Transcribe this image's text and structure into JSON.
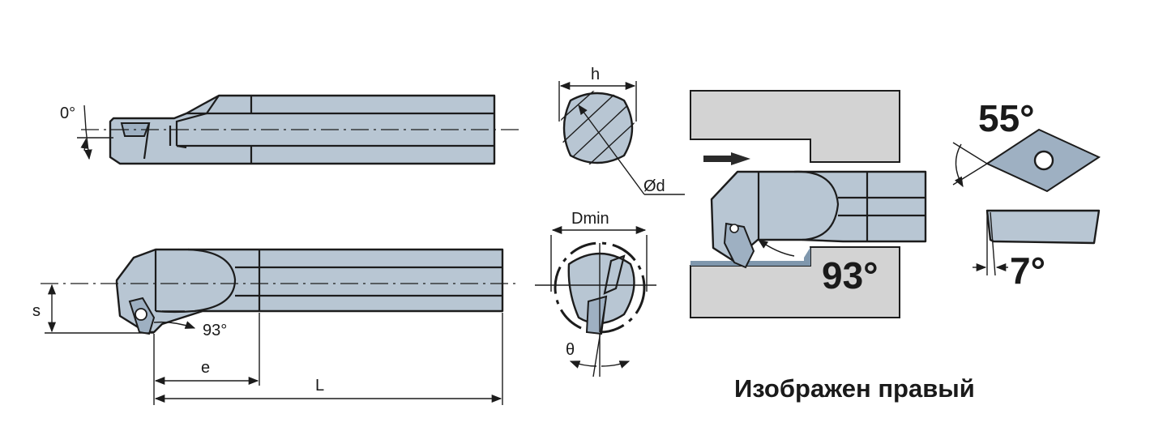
{
  "labels": {
    "zero_angle": "0°",
    "s": "s",
    "approach_angle_side": "93°",
    "e": "e",
    "L": "L",
    "h": "h",
    "d": "Ød",
    "dmin": "Dmin",
    "theta": "θ",
    "approach_angle_bore": "93°",
    "insert_angle": "55°",
    "clearance_angle": "7°"
  },
  "caption": "Изображен правый"
}
